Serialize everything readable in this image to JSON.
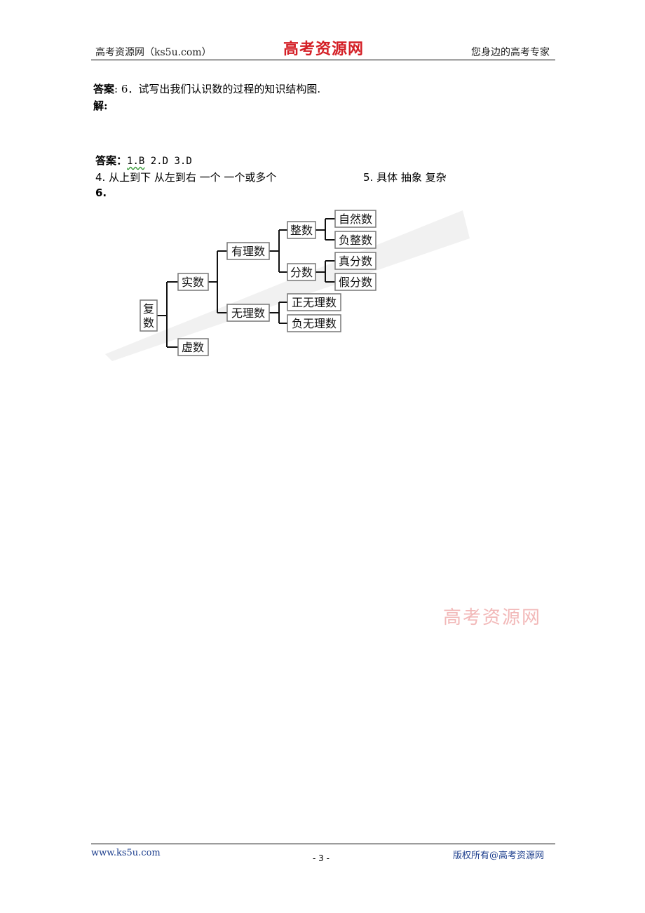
{
  "header": {
    "left": "高考资源网（ks5u.com）",
    "logo": "高考资源网",
    "right": "您身边的高考专家"
  },
  "question": {
    "prefix": "答案",
    "text": ": 6．试写出我们认识数的过程的知识结构图.",
    "solution_label": "解:"
  },
  "answers": {
    "label": "答案：",
    "q1": "1.B",
    "q23": " 2.D  3.D",
    "line2_a": "4. 从上到下   从左到右   一个     一个或多个",
    "line2_b": "5. 具体  抽象   复杂",
    "item6": "6."
  },
  "tree": {
    "root": [
      "复",
      "数"
    ],
    "real": "实数",
    "imaginary": "虚数",
    "rational": "有理数",
    "irrational": "无理数",
    "integer": "整数",
    "fraction": "分数",
    "natural": "自然数",
    "neg_integer": "负整数",
    "proper_fraction": "真分数",
    "improper_fraction": "假分数",
    "pos_irrational": "正无理数",
    "neg_irrational": "负无理数"
  },
  "watermark": "高考资源网",
  "footer": {
    "left": "www.ks5u.com",
    "page": "- 3 -",
    "right": "版权所有@高考资源网"
  }
}
